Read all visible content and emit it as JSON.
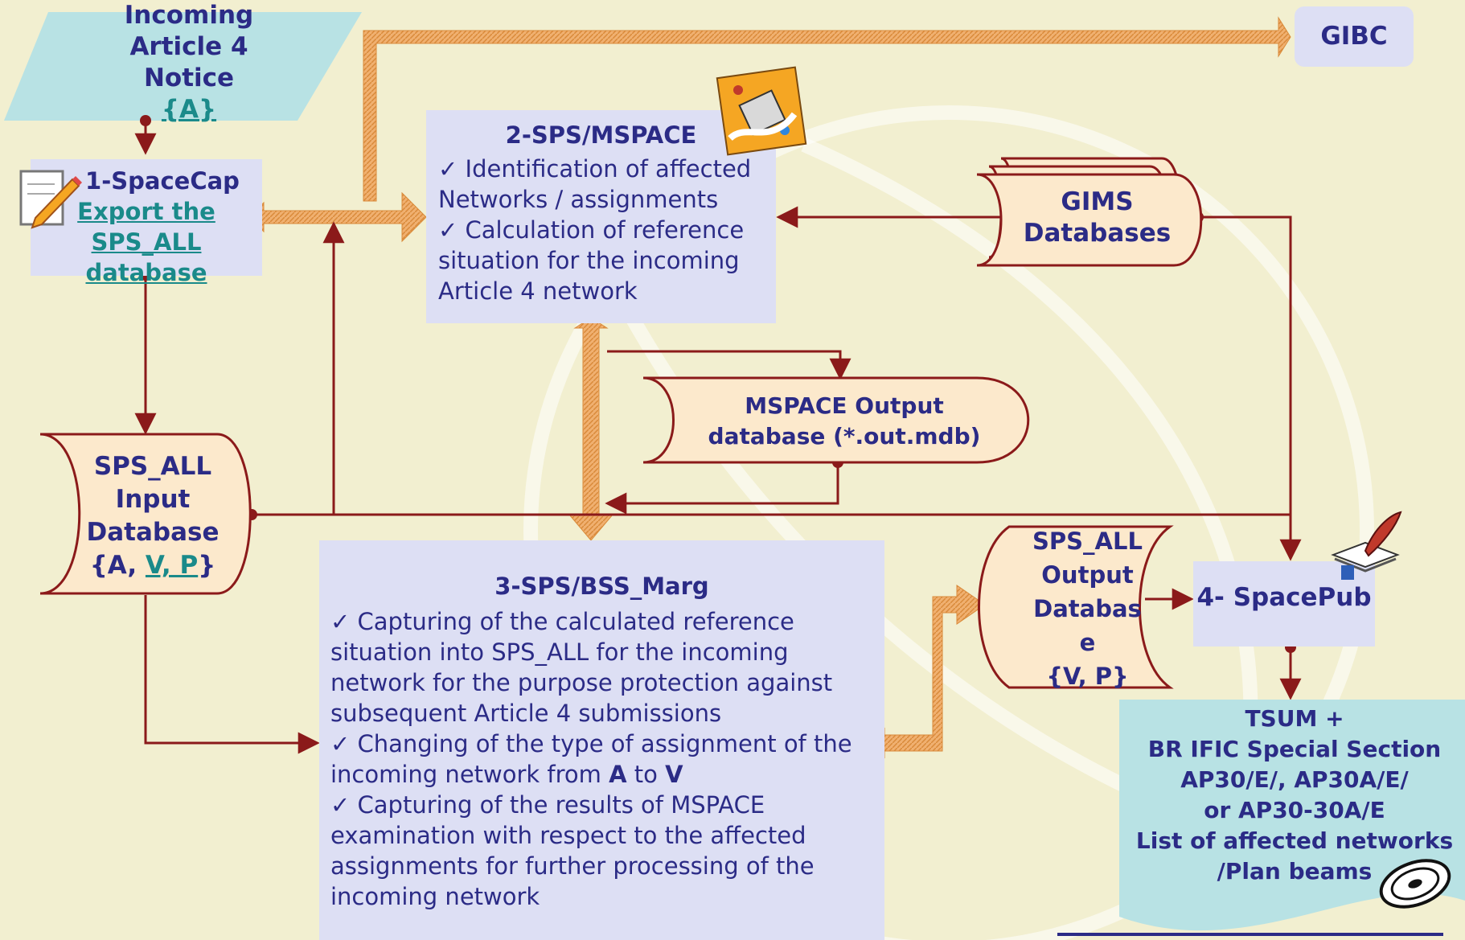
{
  "incoming": {
    "line1": "Incoming",
    "line2": "Article 4",
    "line3": "Notice",
    "ref": "{A}"
  },
  "gibc": {
    "label": "GIBC"
  },
  "spacecap": {
    "title": "1-SpaceCap",
    "link1": "Export the",
    "link2": "SPS_ALL database"
  },
  "mspace_box": {
    "title": "2-SPS/MSPACE",
    "lines": [
      "✓ Identification of affected",
      "Networks / assignments",
      "✓ Calculation of reference",
      "situation for the incoming",
      "Article 4 network"
    ]
  },
  "gims": {
    "line1": "GIMS",
    "line2": "Databases"
  },
  "mspace_output": {
    "line1": "MSPACE Output",
    "line2": "database (*.out.mdb)"
  },
  "sps_input": {
    "line1": "SPS_ALL",
    "line2": "Input",
    "line3": "Database",
    "ref_pre": "{A, ",
    "ref_link": "V, P",
    "ref_post": "}"
  },
  "bss_marg": {
    "title": "3-SPS/BSS_Marg",
    "lines": [
      "✓ Capturing of the calculated reference",
      "situation into SPS_ALL for the incoming",
      "network for the purpose protection against",
      "subsequent Article 4 submissions",
      "✓ Changing of the type of assignment of the",
      "incoming network from ",
      "A",
      " to ",
      "V",
      "✓ Capturing of the results of MSPACE",
      "examination with respect to the affected",
      "assignments for further processing of the",
      "incoming network"
    ]
  },
  "sps_output": {
    "line1": "SPS_ALL",
    "line2": "Output",
    "line3": "Databas",
    "line4": "e",
    "line5": "{V, P}"
  },
  "spacepub": {
    "label": "4- SpacePub"
  },
  "tsum": {
    "lines": [
      "TSUM +",
      "BR IFIC Special Section",
      "AP30/E/, AP30A/E/",
      "or AP30-30A/E",
      "List of affected networks",
      "/Plan beams"
    ]
  },
  "colors": {
    "background": "#f2efd0",
    "box": "#dddff4",
    "arrow": "#8b1a1a",
    "orange_arrow": "#e8a050",
    "cyan": "#b8e2e4",
    "text": "#2b2b86",
    "link": "#1a8a8a"
  }
}
